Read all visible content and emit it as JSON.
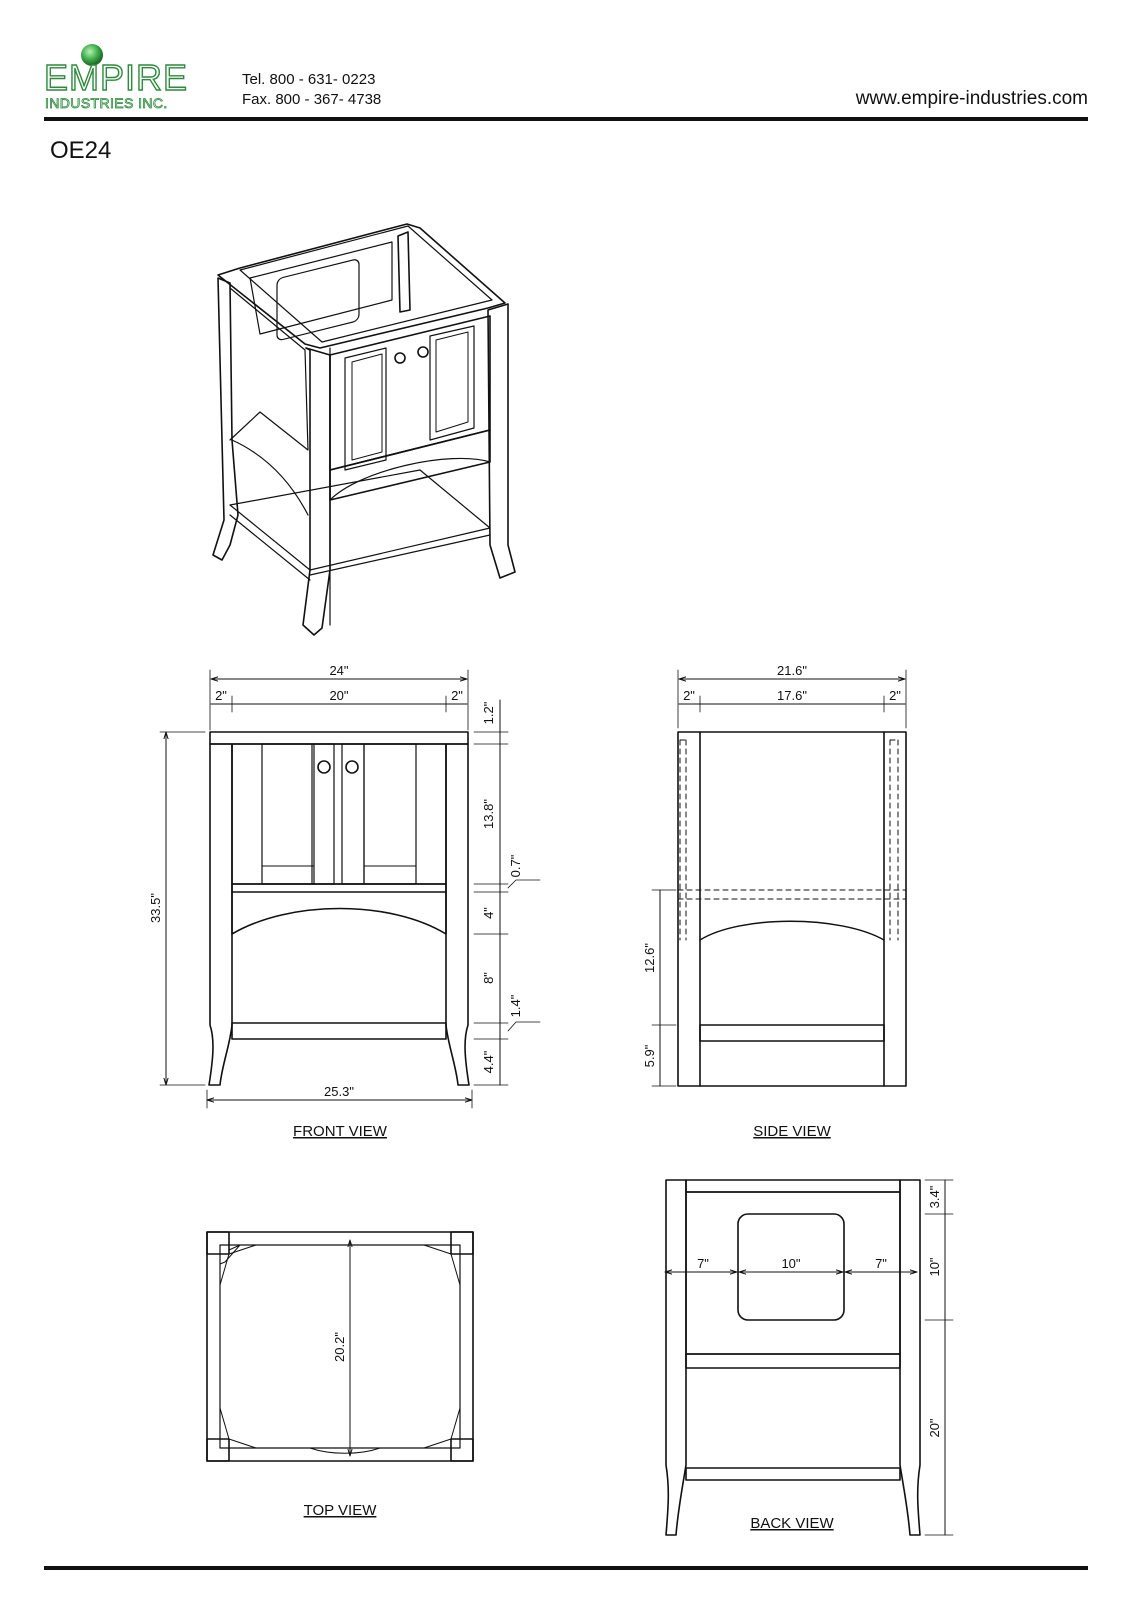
{
  "header": {
    "logo_main": "EMPIRE",
    "logo_sub": "INDUSTRIES INC.",
    "tel": "Tel. 800 - 631- 0223",
    "fax": "Fax. 800 - 367- 4738",
    "website": "www.empire-industries.com",
    "model": "OE24"
  },
  "colors": {
    "brand_green": "#2e8b3d",
    "line": "#111111"
  },
  "views": {
    "front": {
      "label": "FRONT  VIEW",
      "dims": {
        "overall_width": "24\"",
        "left_leg": "2\"",
        "inner": "20\"",
        "right_leg": "2\"",
        "top": "1.2\"",
        "doors": "13.8\"",
        "gap": "0.7\"",
        "apron": "4\"",
        "opening": "8\"",
        "shelf": "1.4\"",
        "foot": "4.4\"",
        "height": "33.5\"",
        "base_width": "25.3\""
      }
    },
    "side": {
      "label": "SIDE  VIEW",
      "dims": {
        "overall_depth": "21.6\"",
        "left_leg": "2\"",
        "inner": "17.6\"",
        "right_leg": "2\"",
        "upper": "12.6\"",
        "lower": "5.9\""
      }
    },
    "top": {
      "label": "TOP  VIEW",
      "dims": {
        "depth": "20.2\""
      }
    },
    "back": {
      "label": "BACK  VIEW",
      "dims": {
        "left": "7\"",
        "cutout": "10\"",
        "right": "7\"",
        "top_gap": "3.4\"",
        "cutout_h": "10\"",
        "lower": "20\""
      }
    }
  }
}
